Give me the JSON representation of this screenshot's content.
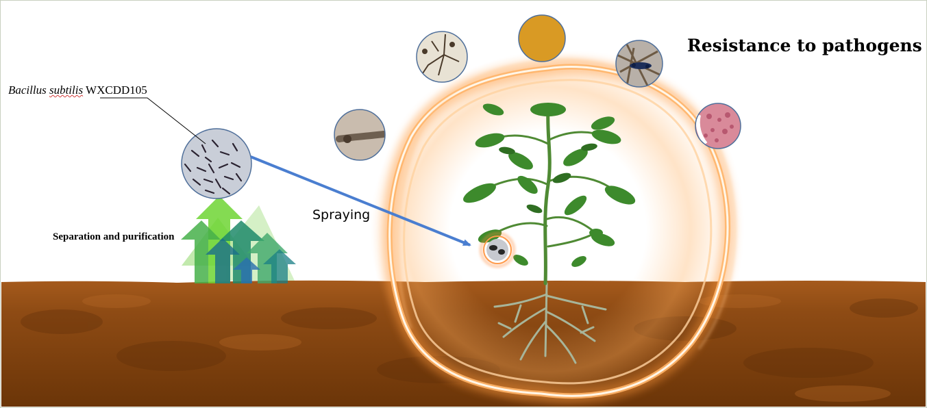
{
  "title": "Resistance to pathogens",
  "organism": {
    "genus": "Bacillus",
    "species": "subtilis",
    "strain": "WXCDD105"
  },
  "labels": {
    "separation": "Separation and purification",
    "spraying": "Spraying"
  },
  "colors": {
    "soil": "#8a4a12",
    "soil_dark": "#5e2f0a",
    "ring": "#ff8a2a",
    "arrow_blue": "#4a7ed0",
    "leaf": "#3d8a2c",
    "chevron_green": "#5fcf2a"
  }
}
